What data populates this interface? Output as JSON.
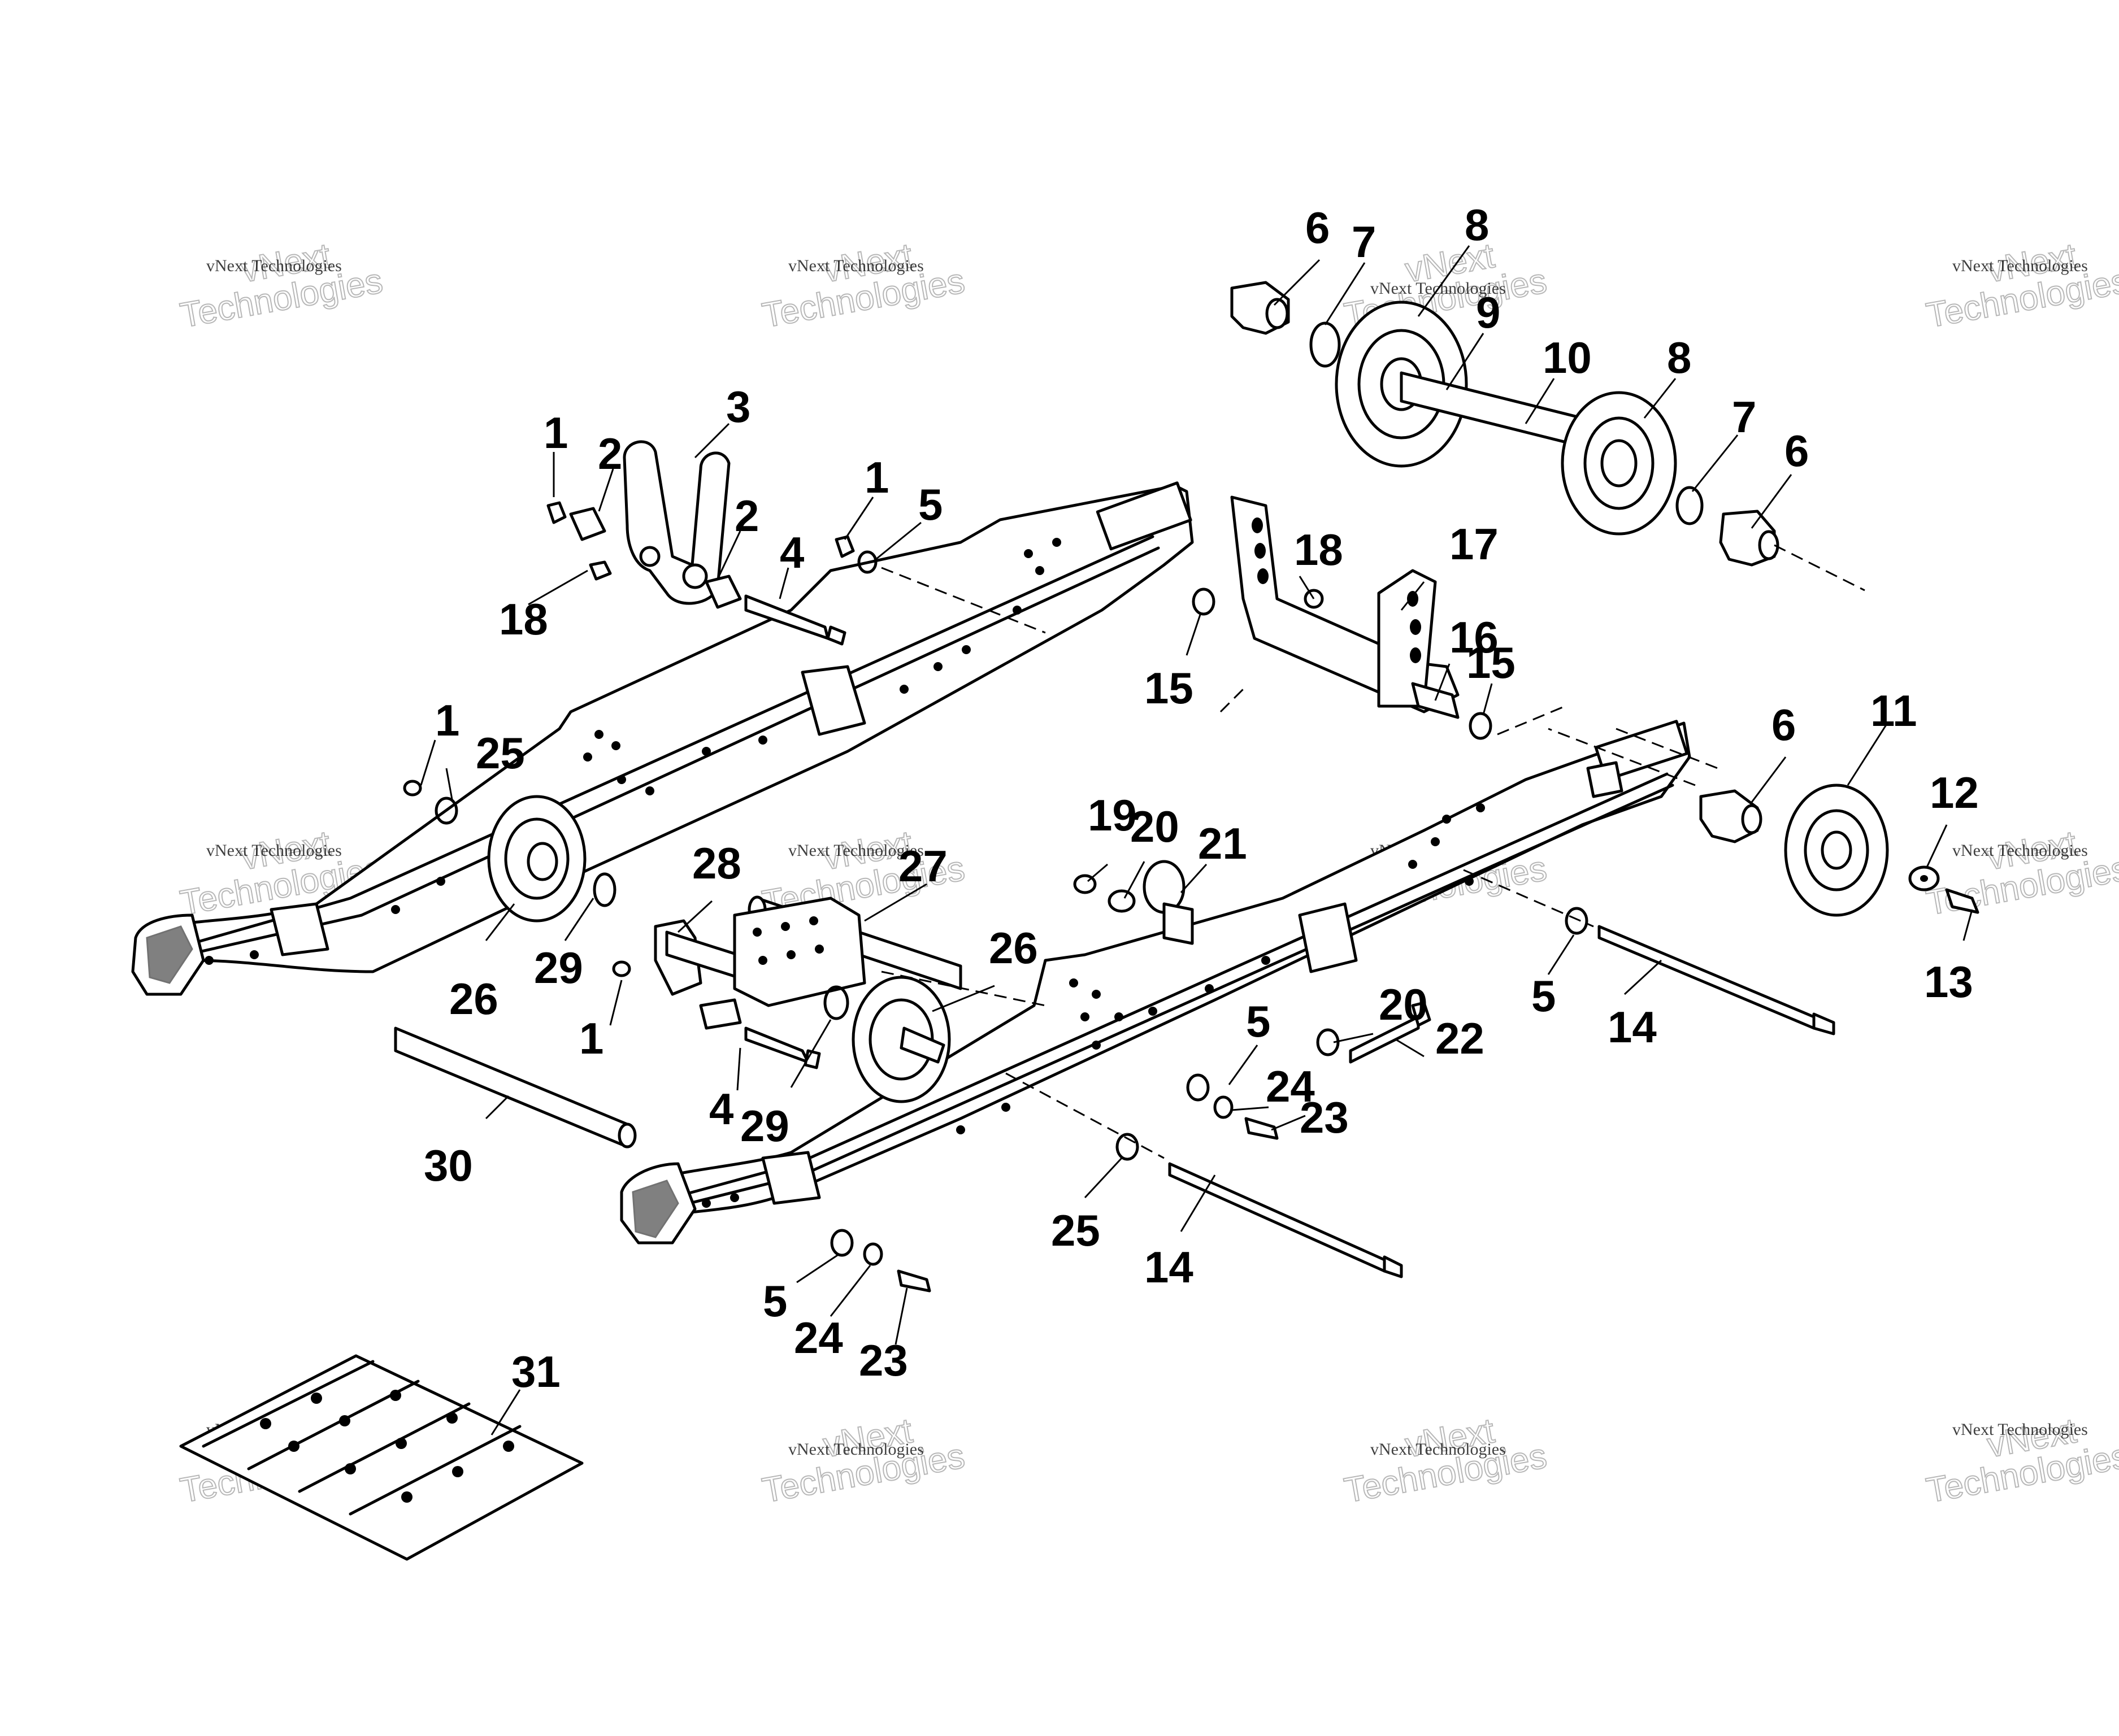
{
  "watermark": {
    "big_top": "vNext",
    "big_bottom": "Technologies",
    "small": "vNext Technologies"
  },
  "callouts": {
    "c1": "1",
    "c2": "2",
    "c3": "3",
    "c4": "4",
    "c5": "5",
    "c6": "6",
    "c7": "7",
    "c8": "8",
    "c9": "9",
    "c10": "10",
    "c11": "11",
    "c12": "12",
    "c13": "13",
    "c14": "14",
    "c15": "15",
    "c16": "16",
    "c17": "17",
    "c18": "18",
    "c19": "19",
    "c20": "20",
    "c21": "21",
    "c22": "22",
    "c23": "23",
    "c24": "24",
    "c25": "25",
    "c26": "26",
    "c27": "27",
    "c28": "28",
    "c29": "29",
    "c30": "30",
    "c31": "31"
  }
}
